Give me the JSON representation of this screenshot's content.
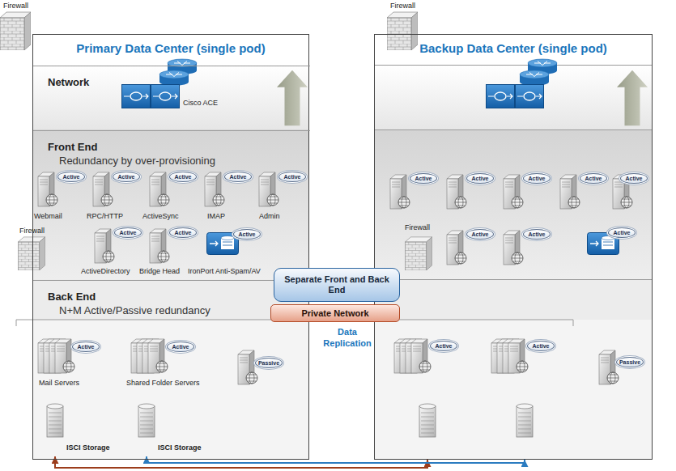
{
  "diagram": {
    "nodes": [
      {
        "text": [
          "Primary Data Center (single pod)"
        ]
      },
      {
        "text": [
          "Network"
        ],
        "in": 0
      },
      {
        "text": [
          "Front End",
          "Redundancy by over-provisioning"
        ],
        "in": 0
      },
      {
        "text": [
          "Active"
        ],
        "in": 2
      },
      {
        "text": [
          "Active"
        ],
        "in": 2
      },
      {
        "text": [
          "Active"
        ],
        "in": 2
      },
      {
        "text": [
          "Active"
        ],
        "in": 2
      },
      {
        "text": [
          "Active"
        ],
        "in": 2
      },
      {
        "text": [
          "Active"
        ],
        "in": 2
      },
      {
        "text": [
          "Active"
        ],
        "in": 2
      },
      {
        "text": [
          "Active"
        ],
        "in": 2
      },
      {
        "text": [
          "Back End",
          "N+M Active/Passive redundancy"
        ],
        "in": 0
      },
      {
        "text": [
          "Active"
        ],
        "in": 11
      },
      {
        "text": [
          "Active"
        ],
        "in": 11
      },
      {
        "text": [
          "Passive"
        ],
        "in": 11
      },
      {
        "text": [
          "ISCI Storage"
        ],
        "in": 11
      },
      {
        "text": [
          "ISCI Storage"
        ],
        "in": 11
      },
      {
        "text": [
          "Backup Data Center (single pod)"
        ]
      },
      {
        "text": [
          "Active"
        ],
        "in": 17
      },
      {
        "text": [
          "Active"
        ],
        "in": 17
      },
      {
        "text": [
          "Active"
        ],
        "in": 17
      },
      {
        "text": [
          "Active"
        ],
        "in": 17
      },
      {
        "text": [
          "Active"
        ],
        "in": 17
      },
      {
        "text": [
          "Active"
        ],
        "in": 17
      },
      {
        "text": [
          "Active"
        ],
        "in": 17
      },
      {
        "text": [
          "Active"
        ],
        "in": 17
      },
      {
        "text": [
          "Active"
        ],
        "in": 17
      },
      {
        "text": [
          "Active"
        ],
        "in": 17
      },
      {
        "text": [
          "Passive"
        ],
        "in": 17
      },
      {
        "text": [
          "Separate Front and Back End"
        ]
      },
      {
        "text": [
          "Private Network"
        ]
      }
    ],
    "edges": [
      {
        "from": 15,
        "to": 17,
        "arrow": "both"
      },
      {
        "from": 16,
        "to": 17,
        "arrow": "both"
      }
    ],
    "labels": [
      "Firewall",
      "Cisco ACE",
      "Webmail",
      "RPC/HTTP",
      "ActiveSync",
      "IMAP",
      "Admin",
      "Firewall",
      "ActiveDirectory",
      "Bridge Head",
      "IronPort Anti-Spam/AV",
      "Mail Servers",
      "Shared Folder Servers",
      "Firewall",
      "Firewall",
      "Data Replication"
    ]
  }
}
